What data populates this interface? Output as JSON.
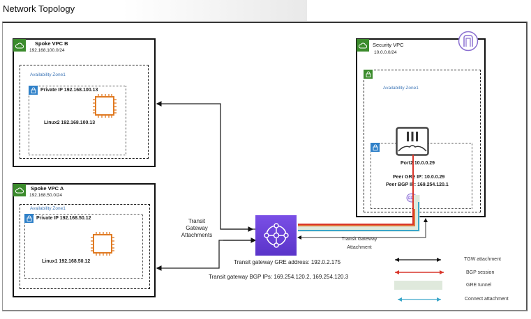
{
  "title": "Network Topology",
  "spoke_vpc_b": {
    "name": "Spoke VPC B",
    "cidr": "192.168.100.0/24",
    "az_label": "Availability Zone1",
    "private_ip_label": "Private IP  192.168.100.13",
    "instance_label": "Linux2  192.168.100.13"
  },
  "spoke_vpc_a": {
    "name": "Spoke VPC A",
    "cidr": "192.168.50.0/24",
    "az_label": "Availability Zone1",
    "private_ip_label": "Private IP  192.168.50.12",
    "instance_label": "Linux1  192.168.50.12"
  },
  "security_vpc": {
    "name": "Security VPC",
    "cidr": "10.0.0.0/24",
    "az_label": "Availability Zone1",
    "port_label": "Port2   10.0.0.29",
    "peer_gre_ip": "Peer GRE IP: 10.0.0.29",
    "peer_bgp_ip": "Peer BGP IP: 169.254.120.1"
  },
  "transit_gateway": {
    "attachments_label_line1": "Transit",
    "attachments_label_line2": "Gateway",
    "attachments_label_line3": "Attachments",
    "security_attachment_line1": "Transit Gateway",
    "security_attachment_line2": "Attachment",
    "gre_address": "Transit gateway GRE address: 192.0.2.175",
    "bgp_ips": "Transit gateway BGP IPs: 169.254.120.2, 169.254.120.3",
    "color": "#6b3fd6"
  },
  "legend": {
    "items": [
      {
        "label": "TGW attachment",
        "color": "#111111"
      },
      {
        "label": "BGP session",
        "color": "#d9362b"
      },
      {
        "label": "GRE tunnel",
        "color": "#dfe9dc"
      },
      {
        "label": "Connect attachment",
        "color": "#3aa6c9"
      }
    ]
  },
  "colors": {
    "vpc_icon": "#3b8b2c",
    "lock_icon": "#2f80c8",
    "ec2_icon": "#e07a22",
    "az_text": "#3f77b7",
    "gre_orange": "#e0743a"
  }
}
